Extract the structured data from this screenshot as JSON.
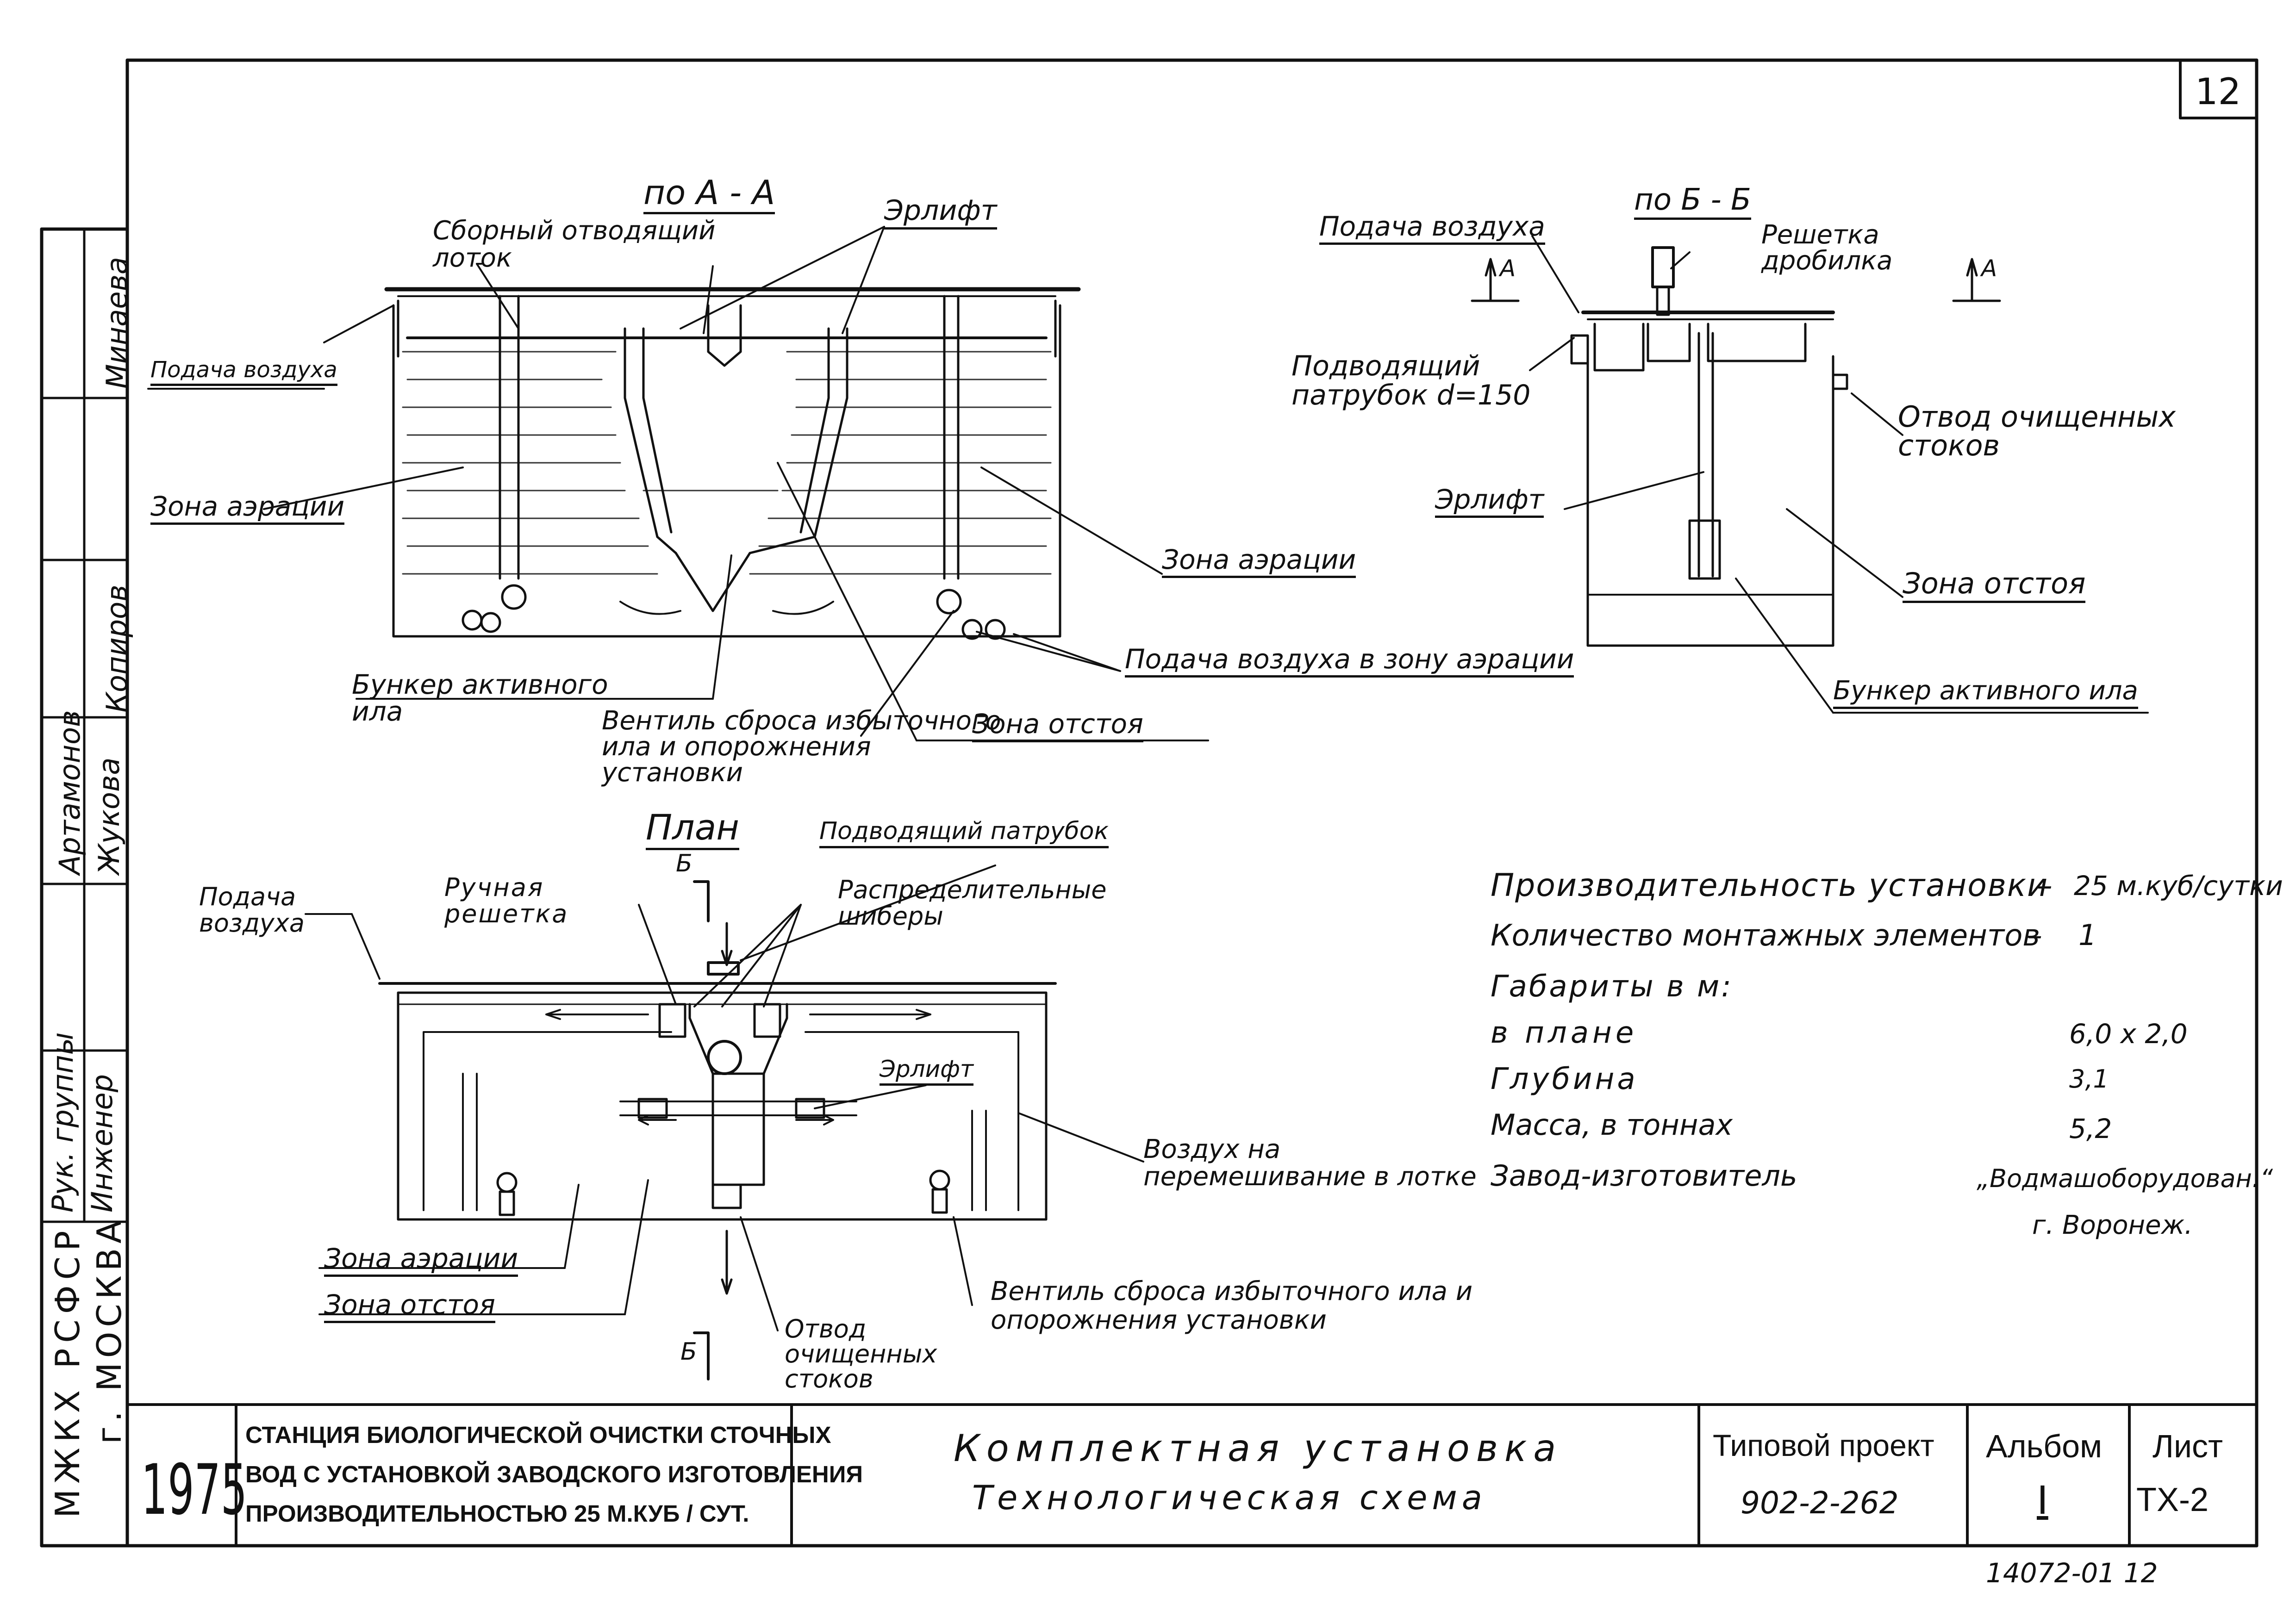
{
  "sheet_number": "12",
  "side_stamp": {
    "signatures": [
      "Минаева",
      "Копиров",
      "Артамонов",
      "Жукова"
    ],
    "role_lead": "Рук. группы",
    "role_engineer": "Инженер",
    "org_line1": "МЖКХ   РСФСР",
    "org_line2": "г. МОСКВА"
  },
  "section_aa": {
    "title": "по А - А",
    "labels": {
      "collector_tray": "Сборный отводящий лоток",
      "airlift": "Эрлифт",
      "air_supply": "Подача воздуха",
      "aeration_zone_left": "Зона аэрации",
      "aeration_zone_right": "Зона аэрации",
      "air_to_aeration": "Подача воздуха в зону аэрации",
      "bunker": "Бункер активного ила",
      "valve": "Вентиль сброса избыточного ила и опорожнения установки",
      "settling_zone": "Зона отстоя"
    }
  },
  "section_bb": {
    "title": "по Б - Б",
    "labels": {
      "air_supply": "Подача воздуха",
      "screen": "Решетка дробилка",
      "cut_a": "А",
      "inlet_pipe": "Подводящий патрубок d=150",
      "outlet": "Отвод очищенных стоков",
      "airlift": "Эрлифт",
      "settling_zone": "Зона отстоя",
      "bunker": "Бункер активного ила"
    }
  },
  "plan": {
    "title": "План",
    "labels": {
      "inlet_pipe": "Подводящий патрубок",
      "air_supply": "Подача воздуха",
      "manual_screen": "Ручная решетка",
      "distribution_gates": "Распределительные шиберы",
      "airlift": "Эрлифт",
      "air_mixing": "Воздух на перемешивание в лотке",
      "aeration_zone": "Зона аэрации",
      "settling_zone": "Зона отстоя",
      "valve": "Вентиль сброса избыточного ила и опорожнения установки",
      "outlet": "Отвод очищенных стоков",
      "cut_b": "Б"
    }
  },
  "specs": [
    {
      "label": "Производительность установки",
      "dash": "–",
      "value": "25 м.куб/сутки"
    },
    {
      "label": "Количество монтажных элементов",
      "dash": "–",
      "value": "1"
    },
    {
      "label": "Габариты в м:",
      "dash": "",
      "value": ""
    },
    {
      "label": "в плане",
      "dash": "",
      "value": "6,0 х 2,0"
    },
    {
      "label": "Глубина",
      "dash": "",
      "value": "3,1"
    },
    {
      "label": "Масса, в тоннах",
      "dash": "",
      "value": "5,2"
    },
    {
      "label": "Завод-изготовитель",
      "dash": "",
      "value": "„Водмашоборудован.“"
    },
    {
      "label": "",
      "dash": "",
      "value": "г. Воронеж."
    }
  ],
  "title_block": {
    "year": "1975",
    "station_line1": "СТАНЦИЯ БИОЛОГИЧЕСКОЙ ОЧИСТКИ СТОЧНЫХ",
    "station_line2": "ВОД С УСТАНОВКОЙ ЗАВОДСКОГО ИЗГОТОВЛЕНИЯ",
    "station_line3": "ПРОИЗВОДИТЕЛЬНОСТЬЮ   25 М.КУБ / СУТ.",
    "drawing_title_line1": "Комплектная   установка",
    "drawing_title_line2": "Технологическая   схема",
    "project_label": "Типовой  проект",
    "project_number": "902-2-262",
    "album_label": "Альбом",
    "album_number": "I",
    "sheet_label": "Лист",
    "sheet_code": "ТХ-2"
  },
  "footer_code": "14072-01   12"
}
